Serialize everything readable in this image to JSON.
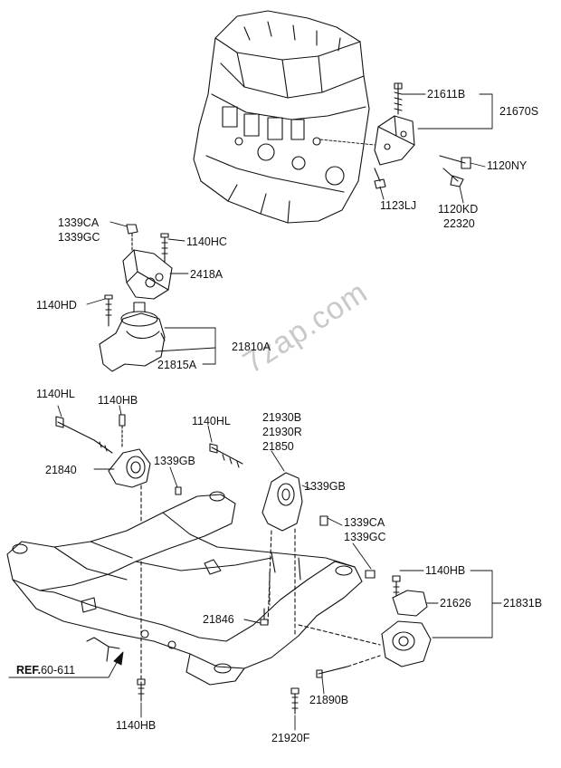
{
  "watermark": "7zap.com",
  "reference": {
    "prefix": "REF.",
    "number": "60-611"
  },
  "labels": {
    "p21611B": "21611B",
    "p21670S": "21670S",
    "p1120NY": "1120NY",
    "p1123LJ": "1123LJ",
    "p1120KD": "1120KD",
    "p22320": "22320",
    "p1339CA_top": "1339CA",
    "p1339GC_top": "1339GC",
    "p1140HC": "1140HC",
    "p2418A": "2418A",
    "p1140HD": "1140HD",
    "p21810A": "21810A",
    "p21815A": "21815A",
    "p1140HL_left": "1140HL",
    "p1140HB_left": "1140HB",
    "p1140HL_mid": "1140HL",
    "p21930B": "21930B",
    "p21930R": "21930R",
    "p21850": "21850",
    "p21840": "21840",
    "p1339GB_left": "1339GB",
    "p1339GB_right": "1339GB",
    "p1339CA_right": "1339CA",
    "p1339GC_right": "1339GC",
    "p1140HB_right": "1140HB",
    "p21626": "21626",
    "p21831B": "21831B",
    "p21846": "21846",
    "p21890B": "21890B",
    "p1140HB_bottom": "1140HB",
    "p21920F": "21920F"
  }
}
